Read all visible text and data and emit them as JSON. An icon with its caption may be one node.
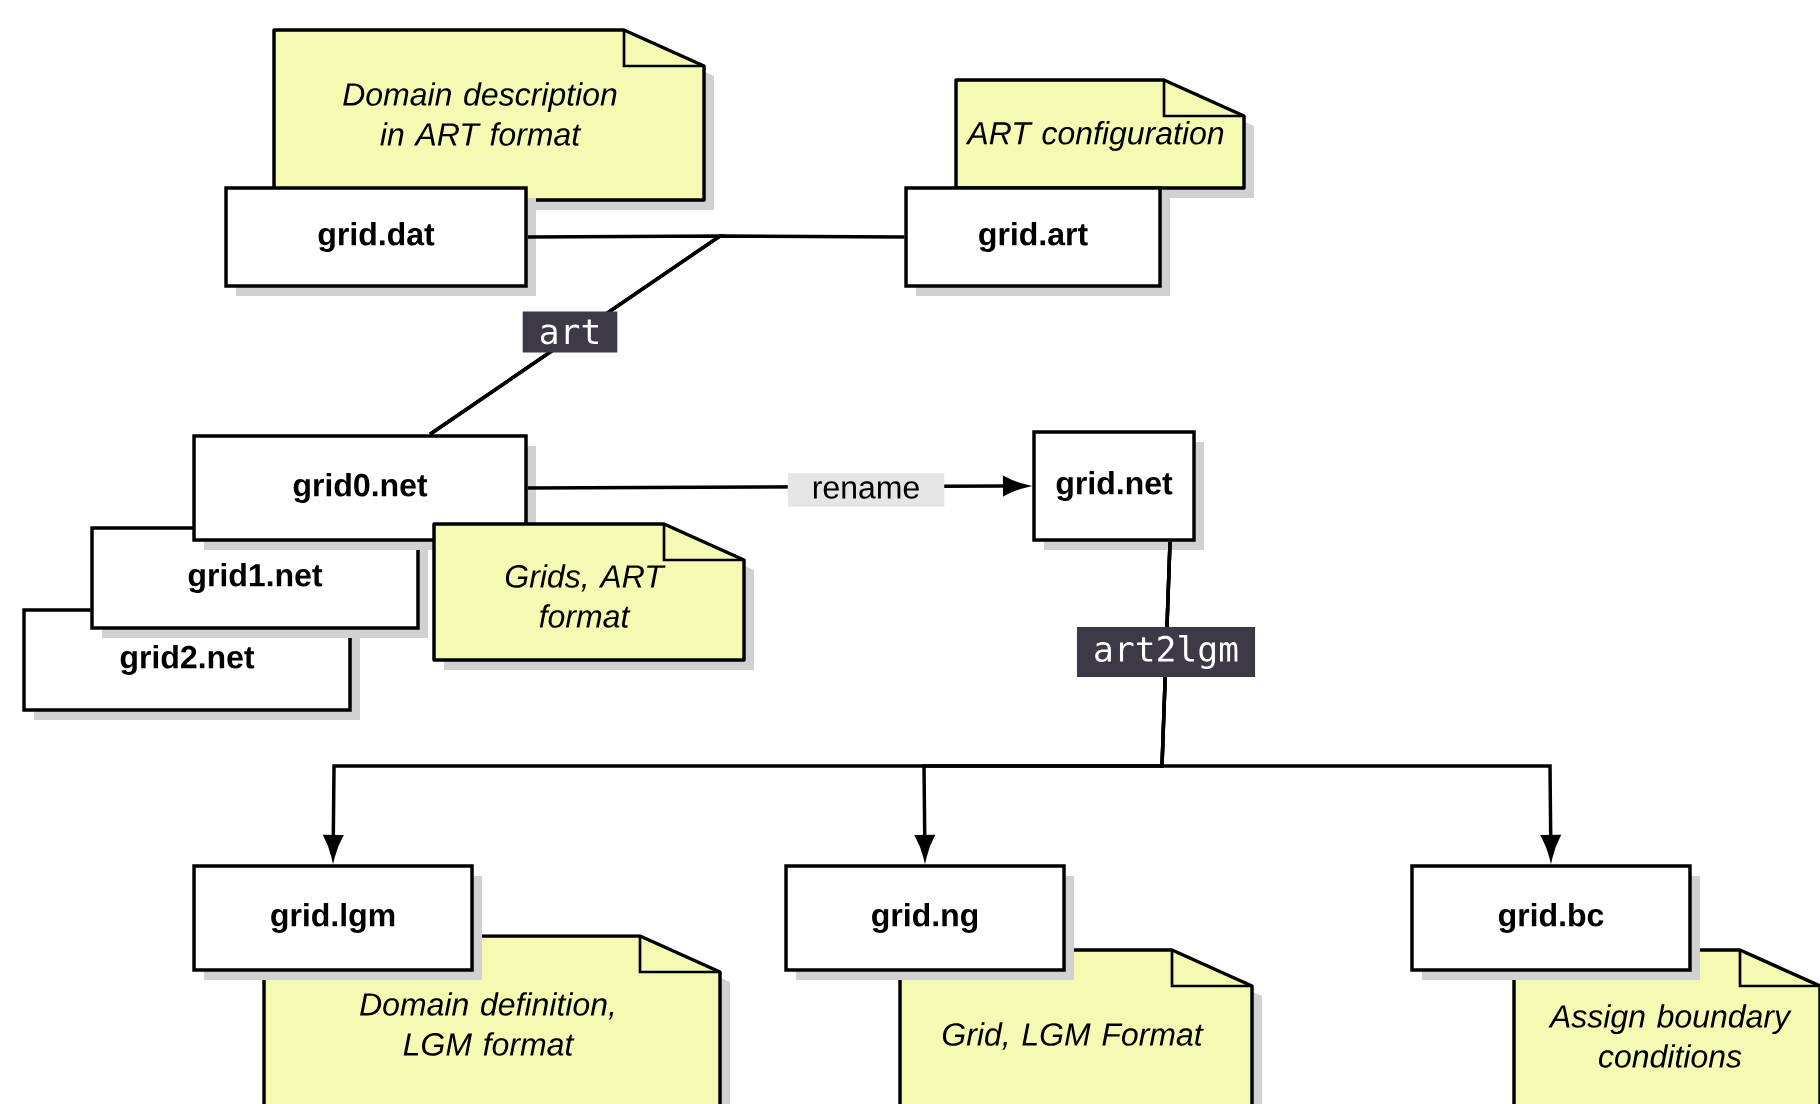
{
  "diagram": {
    "nodes": [
      {
        "text": [
          "Domain description in ART format"
        ]
      },
      {
        "text": [
          "ART configuration"
        ]
      },
      {
        "text": [
          "grid.dat"
        ]
      },
      {
        "text": [
          "grid.art"
        ]
      },
      {
        "text": [
          "grid0.net"
        ]
      },
      {
        "text": [
          "grid.net"
        ]
      },
      {
        "text": [
          "grid1.net"
        ]
      },
      {
        "text": [
          "Grids, ART format"
        ]
      },
      {
        "text": [
          "grid2.net"
        ]
      },
      {
        "text": [
          "grid.lgm"
        ]
      },
      {
        "text": [
          "grid.ng"
        ]
      },
      {
        "text": [
          "grid.bc"
        ]
      },
      {
        "text": [
          "Domain definition, LGM format"
        ]
      },
      {
        "text": [
          "Grid, LGM Format"
        ]
      },
      {
        "text": [
          "Assign boundary conditions"
        ]
      }
    ],
    "edges": [
      {
        "from": 2,
        "to": 4,
        "arrow": "none",
        "label": "art"
      },
      {
        "from": 3,
        "to": 4,
        "arrow": "none"
      },
      {
        "from": 4,
        "to": 5,
        "arrow": "to",
        "label": "rename"
      },
      {
        "from": 5,
        "to": 9,
        "arrow": "to",
        "label": "art2lgm"
      },
      {
        "from": 5,
        "to": 10,
        "arrow": "to"
      },
      {
        "from": 5,
        "to": 11,
        "arrow": "to"
      }
    ]
  }
}
